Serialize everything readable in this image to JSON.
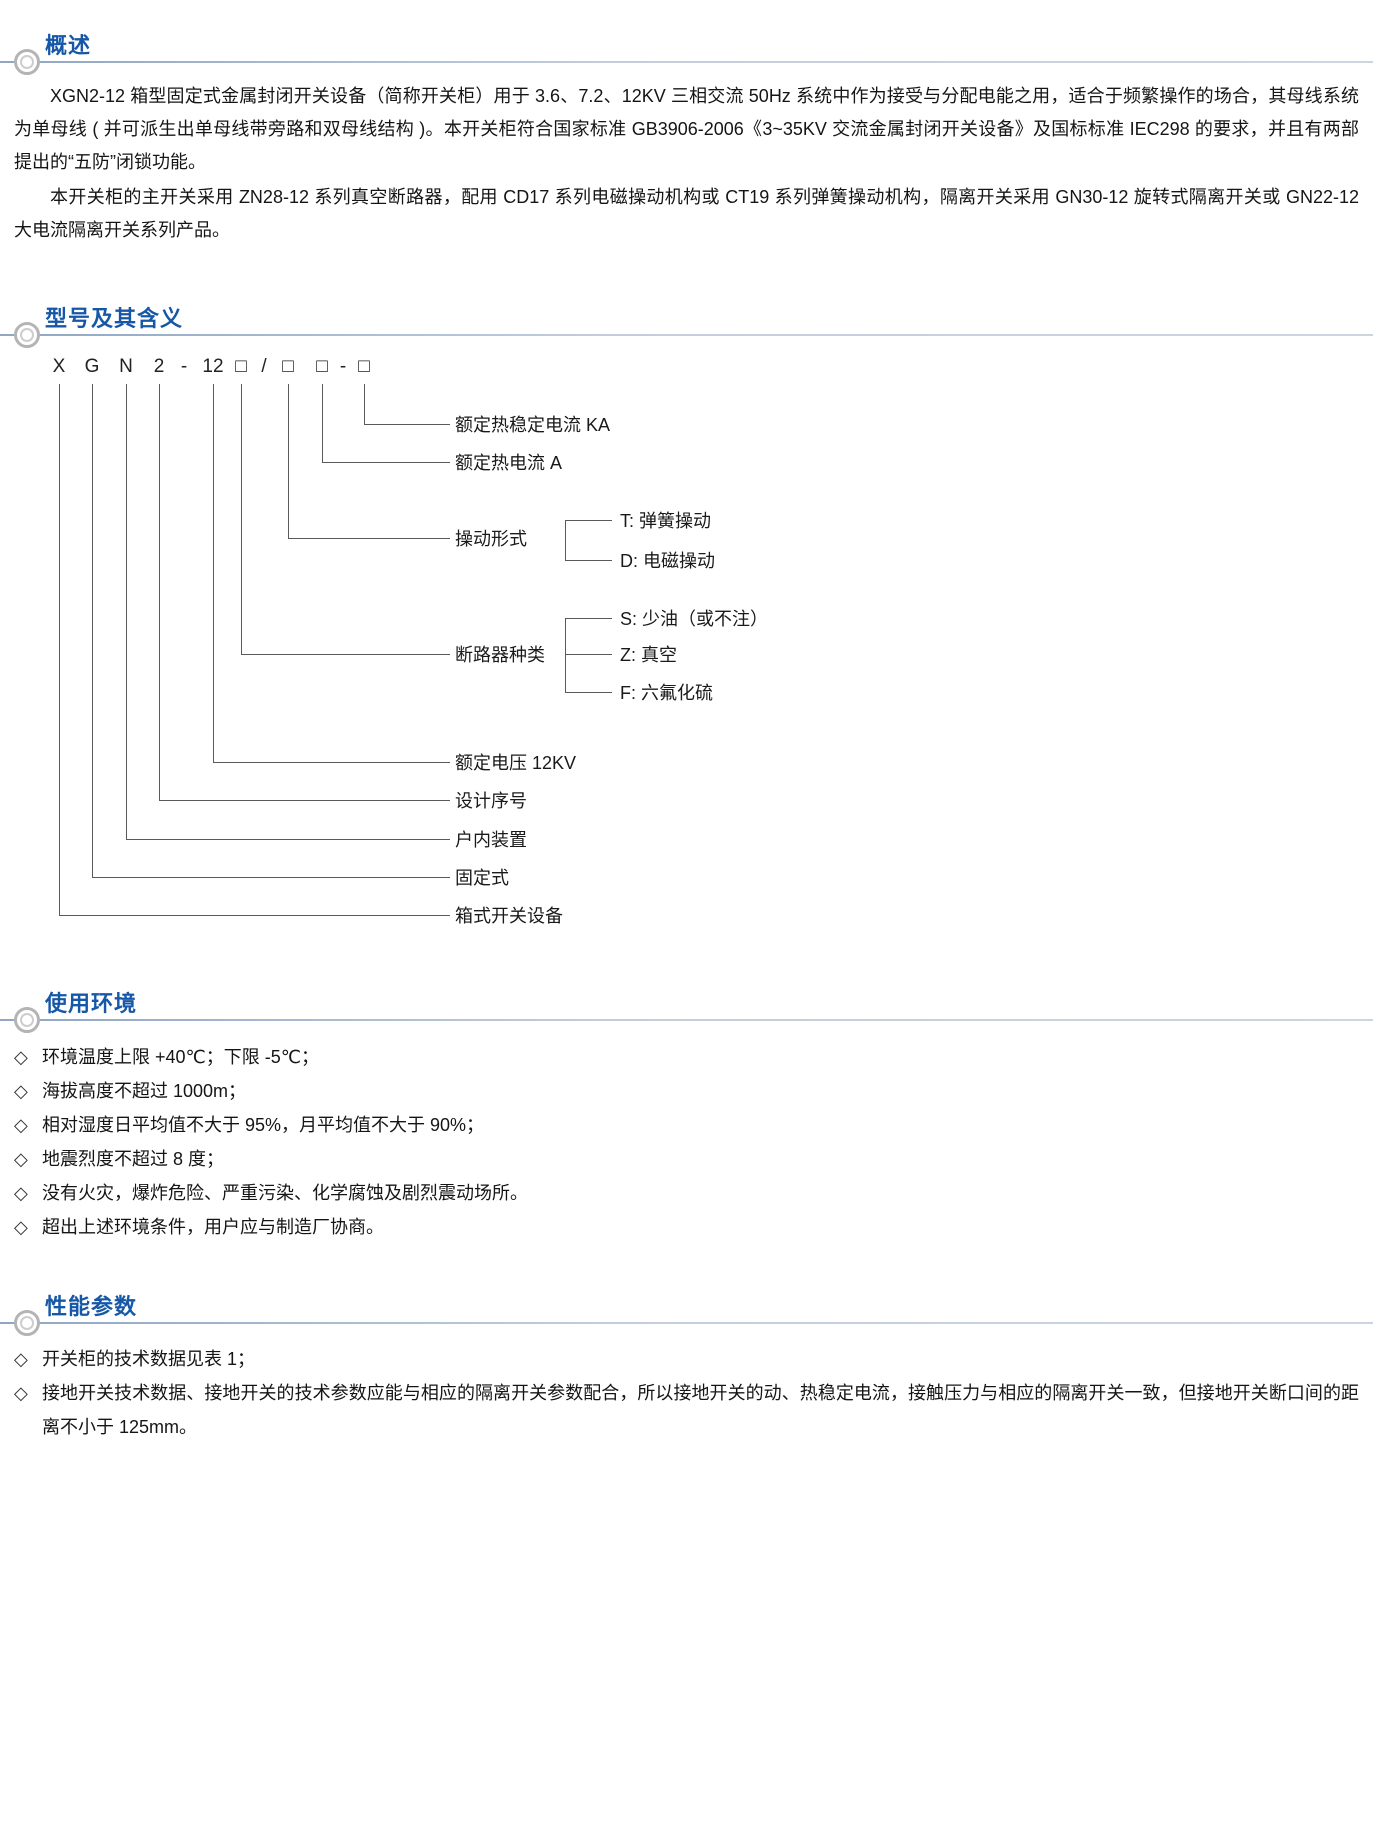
{
  "page": {
    "accent": "#1658a7",
    "line_color": "#b7c3d1",
    "diagram_line_color": "#5a5a5a"
  },
  "sections": {
    "overview": {
      "title": "概述",
      "paragraphs": [
        "XGN2-12 箱型固定式金属封闭开关设备（简称开关柜）用于 3.6、7.2、12KV 三相交流 50Hz 系统中作为接受与分配电能之用，适合于频繁操作的场合，其母线系统为单母线 ( 并可派生出单母线带旁路和双母线结构 )。本开关柜符合国家标准 GB3906-2006《3~35KV 交流金属封闭开关设备》及国标标准 IEC298 的要求，并且有两部提出的“五防”闭锁功能。",
        "本开关柜的主开关采用 ZN28-12 系列真空断路器，配用 CD17 系列电磁操动机构或 CT19 系列弹簧操动机构，隔离开关采用 GN30-12 旋转式隔离开关或 GN22-12 大电流隔离开关系列产品。"
      ]
    },
    "model": {
      "title": "型号及其含义",
      "code_chars": [
        "X",
        "G",
        "N",
        "2",
        "-",
        "12",
        "□",
        "/",
        "□",
        "□",
        "-",
        "□"
      ],
      "labels": {
        "ka": "额定热稳定电流 KA",
        "a": "额定热电流 A",
        "op": "操动形式",
        "op_t": "T: 弹簧操动",
        "op_d": "D: 电磁操动",
        "breaker": "断路器种类",
        "breaker_s": "S: 少油（或不注）",
        "breaker_z": "Z: 真空",
        "breaker_f": "F: 六氟化硫",
        "voltage": "额定电压 12KV",
        "design": "设计序号",
        "indoor": "户内装置",
        "fixed": "固定式",
        "box": "箱式开关设备"
      }
    },
    "environment": {
      "title": "使用环境",
      "bullet": "◇",
      "items": [
        "环境温度上限 +40℃；下限 -5℃；",
        "海拔高度不超过 1000m；",
        "相对湿度日平均值不大于 95%，月平均值不大于 90%；",
        "地震烈度不超过 8 度；",
        "没有火灾，爆炸危险、严重污染、化学腐蚀及剧烈震动场所。",
        "超出上述环境条件，用户应与制造厂协商。"
      ]
    },
    "performance": {
      "title": "性能参数",
      "bullet": "◇",
      "items": [
        "开关柜的技术数据见表 1；",
        "接地开关技术数据、接地开关的技术参数应能与相应的隔离开关参数配合，所以接地开关的动、热稳定电流，接触压力与相应的隔离开关一致，但接地开关断口间的距离不小于 125mm。"
      ]
    }
  }
}
